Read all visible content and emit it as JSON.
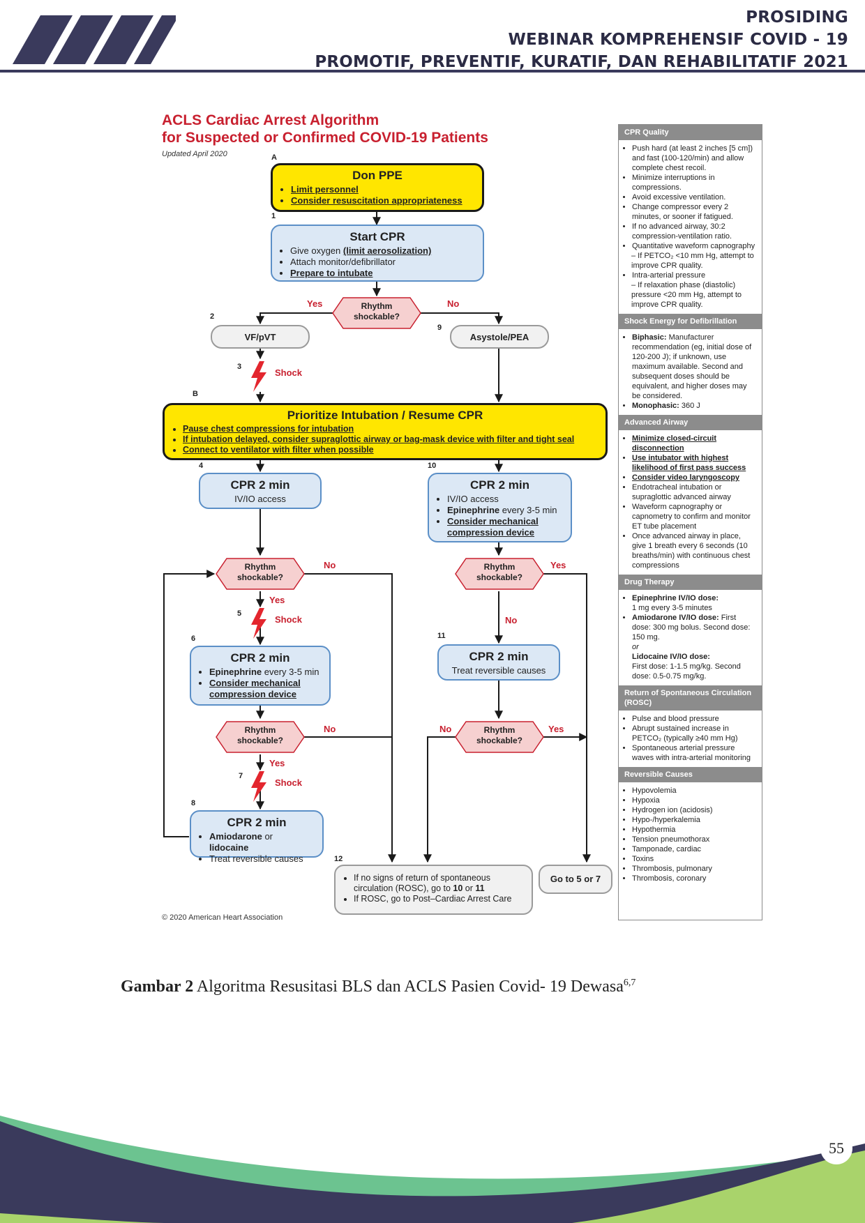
{
  "header": {
    "line1": "PROSIDING",
    "line2": "WEBINAR KOMPREHENSIF COVID - 19",
    "line3": "PROMOTIF, PREVENTIF, KURATIF, DAN REHABILITATIF 2021"
  },
  "flowchart": {
    "title1": "ACLS Cardiac Arrest Algorithm",
    "title2": "for Suspected or Confirmed COVID-19 Patients",
    "updated": "Updated April 2020",
    "copyright": "© 2020 American Heart Association",
    "stepA": "A",
    "stepB": "B",
    "don_ppe": {
      "title": "Don PPE",
      "items": [
        "Limit personnel",
        "Consider resuscitation appropriateness"
      ]
    },
    "start_cpr": {
      "num": "1",
      "title": "Start CPR",
      "item1_pre": "Give oxygen ",
      "item1_em": "(limit aerosolization)",
      "item2": "Attach monitor/defibrillator",
      "item3": "Prepare to intubate"
    },
    "rhythm": "Rhythm",
    "shockable": "shockable?",
    "yes": "Yes",
    "no": "No",
    "shock": "Shock",
    "vf": {
      "num": "2",
      "label": "VF/pVT"
    },
    "asystole": {
      "num": "9",
      "label": "Asystole/PEA"
    },
    "step3": "3",
    "prioritize": {
      "title": "Prioritize Intubation / Resume CPR",
      "items": [
        "Pause chest compressions for intubation",
        "If intubation delayed, consider supraglottic airway or bag-mask device with filter and tight seal",
        "Connect to ventilator with filter when possible"
      ]
    },
    "box4": {
      "num": "4",
      "title": "CPR 2 min",
      "sub": "IV/IO access"
    },
    "box10": {
      "num": "10",
      "title": "CPR 2 min",
      "item1": "IV/IO access",
      "item2_b": "Epinephrine",
      "item2_rest": " every 3-5 min",
      "item3": "Consider mechanical compression device"
    },
    "step5": "5",
    "box6": {
      "num": "6",
      "title": "CPR 2 min",
      "item1_b": "Epinephrine",
      "item1_rest": " every 3-5 min",
      "item2": "Consider mechanical compression device"
    },
    "step7": "7",
    "box8": {
      "num": "8",
      "title": "CPR 2 min",
      "item1_b1": "Amiodarone",
      "item1_mid": " or ",
      "item1_b2": "lidocaine",
      "item2": "Treat reversible causes"
    },
    "box11": {
      "num": "11",
      "title": "CPR 2 min",
      "sub": "Treat reversible causes"
    },
    "box12": {
      "num": "12",
      "item1_pre": "If no signs of return of spontaneous circulation (ROSC), go to ",
      "item1_b1": "10",
      "item1_mid": " or ",
      "item1_b2": "11",
      "item2": "If ROSC, go to Post–Cardiac Arrest Care"
    },
    "goto": "Go to 5 or 7"
  },
  "sidebar": {
    "cpr_quality": {
      "head": "CPR Quality",
      "items": [
        "Push hard (at least 2 inches [5 cm]) and fast (100-120/min) and allow complete chest recoil.",
        "Minimize interruptions in compressions.",
        "Avoid excessive ventilation.",
        "Change compressor every 2 minutes, or sooner if fatigued.",
        "If no advanced airway, 30:2 compression-ventilation ratio.",
        "Quantitative waveform capnography"
      ],
      "sub1": "– If PETCO₂ <10 mm Hg, attempt to improve CPR quality.",
      "item7": "Intra-arterial pressure",
      "sub2": "– If relaxation phase (diastolic) pressure <20 mm Hg, attempt to improve CPR quality."
    },
    "shock_energy": {
      "head": "Shock Energy for Defibrillation",
      "biphasic_b": "Biphasic:",
      "biphasic": " Manufacturer recommendation (eg, initial dose of 120-200 J); if unknown, use maximum available. Second and subsequent doses should be equivalent, and higher doses may be considered.",
      "mono_b": "Monophasic:",
      "mono": " 360 J"
    },
    "advanced_airway": {
      "head": "Advanced Airway",
      "u_items": [
        "Minimize closed-circuit disconnection",
        "Use intubator with highest likelihood of first pass success",
        "Consider video laryngoscopy"
      ],
      "items": [
        "Endotracheal intubation or supraglottic advanced airway",
        "Waveform capnography or capnometry to confirm and monitor ET tube placement",
        "Once advanced airway in place, give 1 breath every 6 seconds (10 breaths/min) with continuous chest compressions"
      ]
    },
    "drug_therapy": {
      "head": "Drug Therapy",
      "epi_b": "Epinephrine IV/IO dose:",
      "epi": "1 mg every 3-5 minutes",
      "amio_b": "Amiodarone IV/IO dose:",
      "amio": " First dose: 300 mg bolus. Second dose: 150 mg.",
      "or": "or",
      "lido_b": "Lidocaine IV/IO dose:",
      "lido": "First dose: 1-1.5 mg/kg. Second dose: 0.5-0.75 mg/kg."
    },
    "rosc": {
      "head": "Return of Spontaneous Circulation (ROSC)",
      "items": [
        "Pulse and blood pressure",
        "Abrupt sustained increase in PETCO₂ (typically ≥40 mm Hg)",
        "Spontaneous arterial pressure waves with intra-arterial monitoring"
      ]
    },
    "causes": {
      "head": "Reversible Causes",
      "items": [
        "Hypovolemia",
        "Hypoxia",
        "Hydrogen ion (acidosis)",
        "Hypo-/hyperkalemia",
        "Hypothermia",
        "Tension pneumothorax",
        "Tamponade, cardiac",
        "Toxins",
        "Thrombosis, pulmonary",
        "Thrombosis, coronary"
      ]
    }
  },
  "caption": {
    "bold": "Gambar 2",
    "text": " Algoritma Resusitasi BLS dan ACLS Pasien Covid- 19 Dewasa",
    "sup": "6,7"
  },
  "page_number": "55"
}
